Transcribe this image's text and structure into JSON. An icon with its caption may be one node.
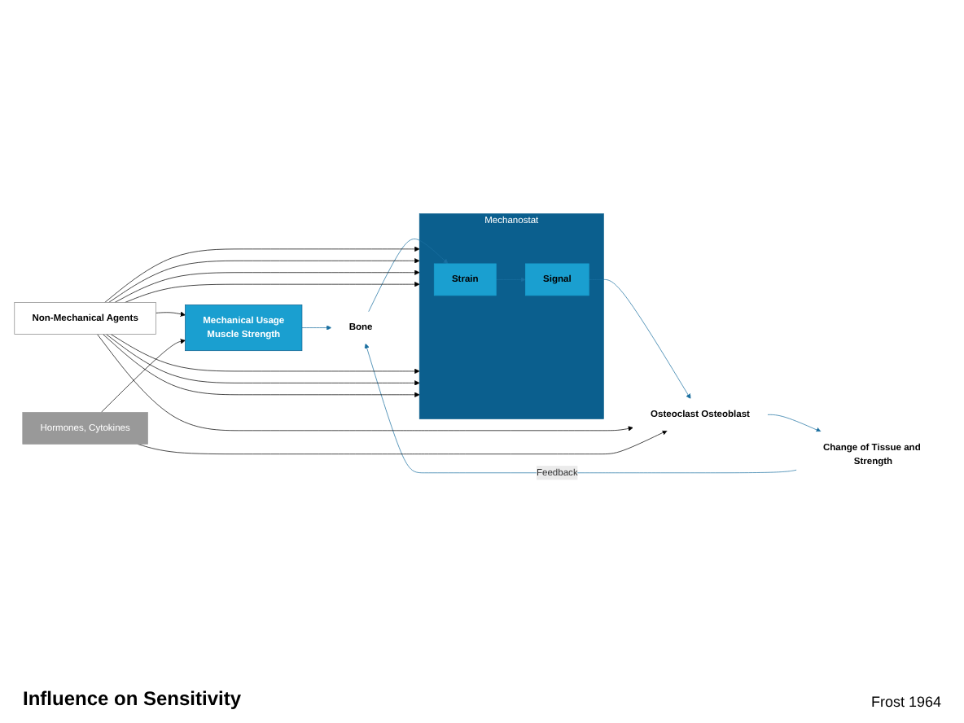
{
  "diagram": {
    "nodes": [
      {
        "text": [
          "Mechanical Usage",
          "Muscle Strength"
        ]
      },
      {
        "text": [
          "Bone"
        ]
      },
      {
        "text": [
          "Mechanostat"
        ]
      },
      {
        "text": [
          "Strain"
        ],
        "in": 2
      },
      {
        "text": [
          "Signal"
        ],
        "in": 2
      },
      {
        "text": [
          "Osteoclast Osteoblast"
        ]
      },
      {
        "text": [
          "Change of Tissue and Strength"
        ]
      },
      {
        "text": [
          "Non-Mechanical Agents"
        ]
      },
      {
        "text": [
          "Hormones, Cytokines"
        ]
      }
    ],
    "edges": [
      {
        "from": 0,
        "to": 1,
        "arrow": "to",
        "color": "#1a6fa0"
      },
      {
        "from": 1,
        "to": 3,
        "arrow": "to",
        "color": "#1a6fa0"
      },
      {
        "from": 3,
        "to": 4,
        "arrow": "to",
        "color": "#1a6fa0"
      },
      {
        "from": 4,
        "to": 5,
        "arrow": "to",
        "color": "#1a6fa0"
      },
      {
        "from": 5,
        "to": 6,
        "arrow": "to",
        "color": "#1a6fa0"
      },
      {
        "from": 6,
        "to": 1,
        "label": "Feedback",
        "arrow": "to",
        "color": "#1a6fa0"
      },
      {
        "from": 7,
        "to": 0,
        "arrow": "to"
      },
      {
        "from": 8,
        "to": 0,
        "arrow": "to"
      },
      {
        "from": 7,
        "to": 5,
        "arrow": "to"
      },
      {
        "from": 8,
        "to": 5,
        "arrow": "to"
      },
      {
        "from": 7,
        "to": 2,
        "arrow": "to"
      },
      {
        "from": 7,
        "to": 2,
        "arrow": "to"
      },
      {
        "from": 7,
        "to": 2,
        "arrow": "to"
      },
      {
        "from": 7,
        "to": 2,
        "arrow": "to"
      },
      {
        "from": 7,
        "to": 2,
        "arrow": "to"
      },
      {
        "from": 7,
        "to": 2,
        "arrow": "to"
      },
      {
        "from": 7,
        "to": 2,
        "arrow": "to"
      }
    ],
    "labels": [
      "Influence on Sensitivity",
      "Frost 1964"
    ]
  }
}
